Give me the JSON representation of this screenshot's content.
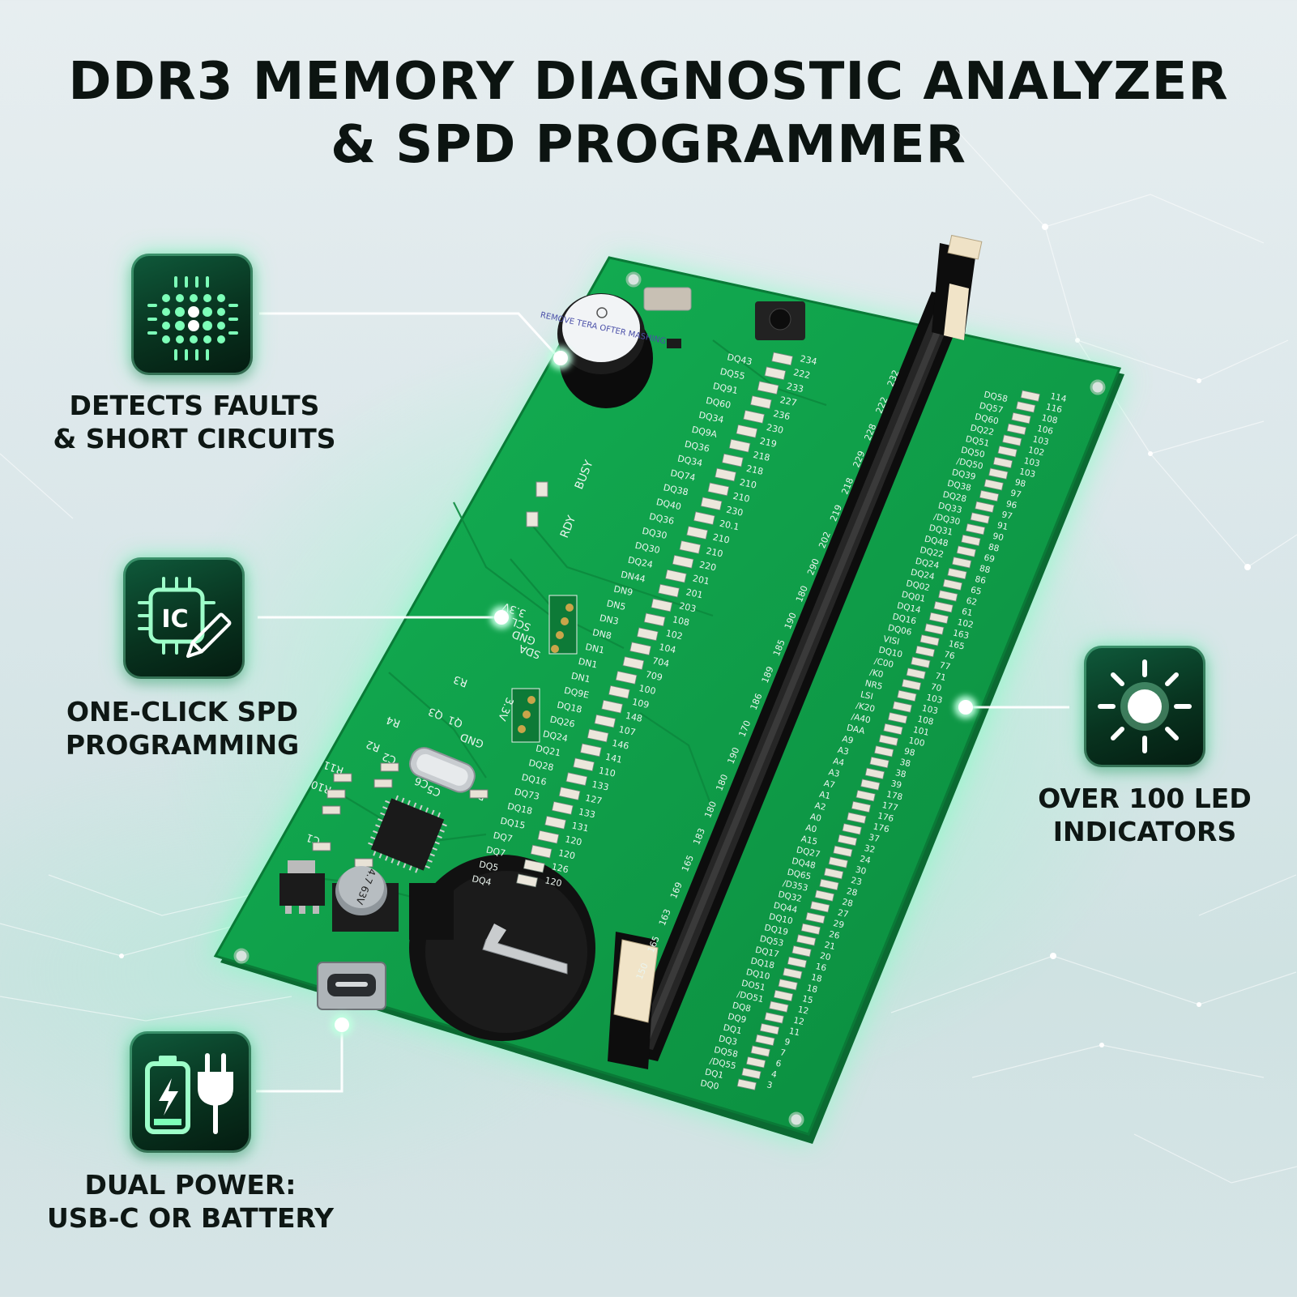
{
  "title": {
    "line1": "DDR3 MEMORY DIAGNOSTIC ANALYZER",
    "line2": "& SPD PROGRAMMER"
  },
  "features": [
    {
      "icon": "led-matrix-icon",
      "line1": "DETECTS FAULTS",
      "line2": "& SHORT CIRCUITS"
    },
    {
      "icon": "ic-chip-pencil-icon",
      "line1": "ONE-CLICK SPD",
      "line2": "PROGRAMMING"
    },
    {
      "icon": "battery-plug-icon",
      "line1": "DUAL POWER:",
      "line2": "USB-C OR BATTERY"
    },
    {
      "icon": "glowing-light-icon",
      "line1": "OVER 100 LED",
      "line2": "INDICATORS"
    }
  ],
  "board": {
    "buzzer_label": "REMOVE TERA OFTER MASHING",
    "led_rdy": "RDY",
    "led_busy": "BUSY",
    "header_labels": [
      "SDA",
      "GND",
      "SCL",
      "3.3V"
    ],
    "header2_label": "3.3V",
    "components": [
      "R3",
      "R4",
      "R2",
      "R11",
      "R10",
      "C1",
      "C2",
      "Q3",
      "Q1",
      "R6",
      "C6",
      "C5",
      "GND"
    ],
    "cap_text": [
      "4.7",
      "63V"
    ],
    "left_signals": [
      "DQ43",
      "DQ55",
      "DQ91",
      "DQ60",
      "DQ34",
      "DQ9A",
      "DQ36",
      "DQ34",
      "DQ74",
      "DQ38",
      "DQ40",
      "DQ36",
      "DQ30",
      "DQ30",
      "DQ24",
      "DN44",
      "DN9",
      "DN5",
      "DN3",
      "DN8",
      "DN1",
      "DN1",
      "DN1",
      "DQ9E",
      "DQ18",
      "DQ26",
      "DQ24",
      "DQ21",
      "DQ28",
      "DQ16",
      "DQ73",
      "DQ18",
      "DQ15",
      "DQ7",
      "DQ7",
      "DQ5",
      "DQ4"
    ],
    "left_numbers": [
      "234",
      "222",
      "233",
      "227",
      "236",
      "230",
      "219",
      "218",
      "218",
      "210",
      "210",
      "230",
      "20.1",
      "210",
      "210",
      "220",
      "201",
      "201",
      "203",
      "108",
      "102",
      "104",
      "704",
      "709",
      "100",
      "109",
      "148",
      "107",
      "146",
      "141",
      "110",
      "133",
      "127",
      "133",
      "131",
      "120",
      "120",
      "126",
      "120"
    ],
    "right_signals": [
      "DQ58",
      "DQ57",
      "DQ60",
      "DQ22",
      "DQ51",
      "DQ50",
      "/DQ50",
      "DQ39",
      "DQ38",
      "DQ28",
      "DQ33",
      "/DQ30",
      "DQ31",
      "DQ48",
      "DQ22",
      "DQ24",
      "DQ24",
      "DQ02",
      "DQ01",
      "DQ14",
      "DQ16",
      "DQ06",
      "VISI",
      "DQ10",
      "/C00",
      "/K0",
      "NR5",
      "LSI",
      "/K20",
      "/A40",
      "DAA",
      "A9",
      "A3",
      "A4",
      "A3",
      "A7",
      "A1",
      "A2",
      "A0",
      "A0",
      "A15",
      "DQ27",
      "DQ48",
      "DQ65",
      "/D353",
      "DQ32",
      "DQ44",
      "DQ10",
      "DQ19",
      "DQ53",
      "DQ17",
      "DQ18",
      "DQ10",
      "DO51",
      "/DO51",
      "DQ8",
      "DQ9",
      "DQ1",
      "DQ3",
      "DQ58",
      "/DQ55",
      "DQ1",
      "DQ0"
    ],
    "right_numbers": [
      "114",
      "116",
      "108",
      "106",
      "103",
      "102",
      "103",
      "103",
      "98",
      "97",
      "96",
      "97",
      "91",
      "90",
      "88",
      "69",
      "88",
      "86",
      "65",
      "62",
      "61",
      "102",
      "163",
      "165",
      "76",
      "77",
      "71",
      "70",
      "103",
      "103",
      "108",
      "101",
      "100",
      "98",
      "38",
      "38",
      "39",
      "178",
      "177",
      "176",
      "176",
      "37",
      "32",
      "24",
      "30",
      "23",
      "28",
      "28",
      "27",
      "29",
      "26",
      "21",
      "20",
      "16",
      "18",
      "18",
      "15",
      "12",
      "12",
      "11",
      "9",
      "7",
      "6",
      "4",
      "3"
    ],
    "pin_numbers": [
      "232",
      "222",
      "228",
      "229",
      "218",
      "219",
      "202",
      "290",
      "180",
      "190",
      "185",
      "189",
      "186",
      "170",
      "190",
      "180",
      "180",
      "183",
      "165",
      "169",
      "163",
      "165",
      "150"
    ]
  },
  "colors": {
    "pcb": "#10a04a",
    "pcb_dark": "#0b7a37",
    "slot": "#111111",
    "latch": "#f3e6cc",
    "icon_bg": "#0a3d26",
    "glow": "#6affb8",
    "text": "#0e1714"
  }
}
